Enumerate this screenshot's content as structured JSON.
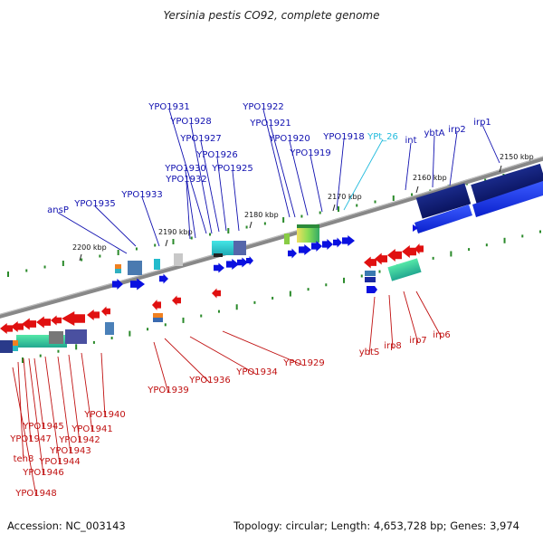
{
  "title": "Yersinia pestis CO92, complete genome",
  "footer": {
    "accession": "Accession: NC_003143",
    "summary": "Topology: circular; Length: 4,653,728 bp; Genes: 3,974"
  },
  "colors": {
    "forward": "#0a10e0",
    "reverse": "#e01010",
    "forward_label": "#1010b0",
    "reverse_label": "#c01010",
    "highlight_label": "#22bbdd",
    "backbone": "#888888",
    "tick": "#2a8a2a"
  },
  "axis_ticks": [
    "2150 kbp",
    "2160 kbp",
    "2170 kbp",
    "2180 kbp",
    "2190 kbp",
    "2200 kbp"
  ],
  "forward_labels": [
    "YPO1931",
    "YPO1928",
    "YPO1927",
    "YPO1926",
    "YPO1930",
    "YPO1925",
    "YPO1932",
    "YPO1933",
    "YPO1935",
    "ansP",
    "YPO1922",
    "YPO1921",
    "YPO1920",
    "YPO1919",
    "YPO1918",
    "YPt_26",
    "int",
    "ybtA",
    "irp2",
    "irp1"
  ],
  "reverse_labels": [
    "YPO1929",
    "YPO1934",
    "YPO1936",
    "YPO1939",
    "YPO1940",
    "YPO1941",
    "YPO1942",
    "YPO1943",
    "YPO1944",
    "YPO1945",
    "YPO1946",
    "YPO1947",
    "teh8",
    "YPO1948",
    "ybtS",
    "irp8",
    "irp7",
    "irp6"
  ]
}
